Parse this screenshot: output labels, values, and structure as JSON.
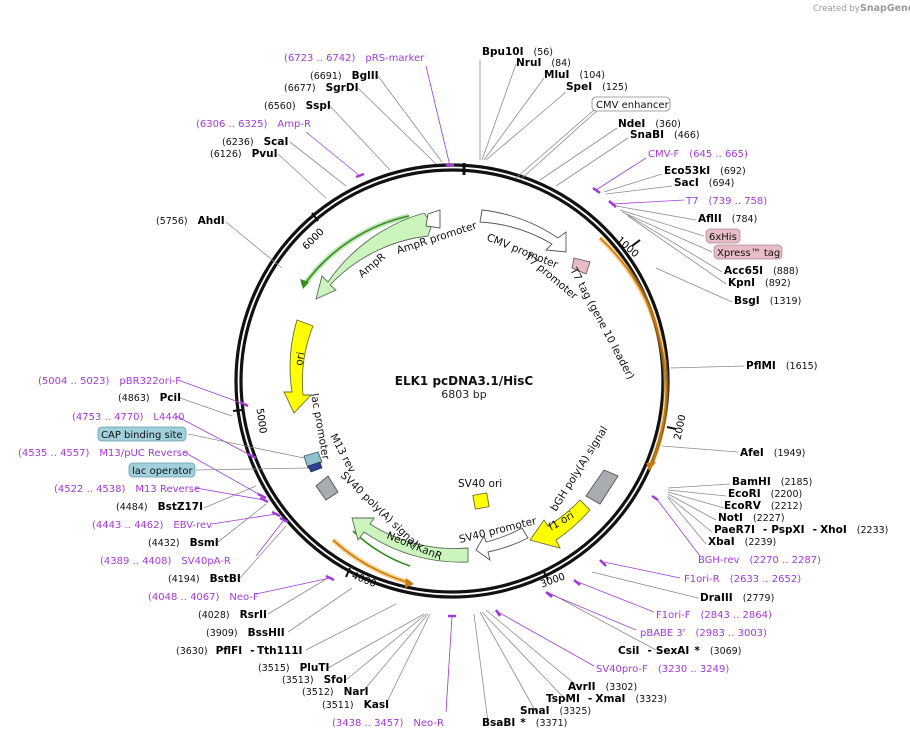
{
  "credit": {
    "prefix": "Created by",
    "brand": "SnapGene"
  },
  "map": {
    "name": "ELK1 pcDNA3.1/HisC",
    "length_label": "6803 bp",
    "total_bp": 6803,
    "ticks": [
      "1000",
      "2000",
      "3000",
      "4000",
      "5000",
      "6000"
    ]
  },
  "sites": [
    {
      "name": "Bpu10I",
      "pos": "(56)"
    },
    {
      "name": "NruI",
      "pos": "(84)"
    },
    {
      "name": "MluI",
      "pos": "(104)"
    },
    {
      "name": "SpeI",
      "pos": "(125)"
    },
    {
      "name": "NdeI",
      "pos": "(360)"
    },
    {
      "name": "SnaBI",
      "pos": "(466)"
    },
    {
      "name": "Eco53kI",
      "pos": "(692)"
    },
    {
      "name": "SacI",
      "pos": "(694)"
    },
    {
      "name": "AflII",
      "pos": "(784)"
    },
    {
      "name": "Acc65I",
      "pos": "(888)"
    },
    {
      "name": "KpnI",
      "pos": "(892)"
    },
    {
      "name": "BsgI",
      "pos": "(1319)"
    },
    {
      "name": "PflMI",
      "pos": "(1615)"
    },
    {
      "name": "AfeI",
      "pos": "(1949)"
    },
    {
      "name": "BamHI",
      "pos": "(2185)"
    },
    {
      "name": "EcoRI",
      "pos": "(2200)"
    },
    {
      "name": "EcoRV",
      "pos": "(2212)"
    },
    {
      "name": "NotI",
      "pos": "(2227)"
    },
    {
      "name": "PaeR7I",
      "sep1": "-",
      "name2": "PspXI",
      "sep2": "-",
      "name3": "XhoI",
      "pos": "(2233)"
    },
    {
      "name": "XbaI",
      "pos": "(2239)"
    },
    {
      "name": "DraIII",
      "pos": "(2779)"
    },
    {
      "name": "CsiI",
      "sep1": "-",
      "name2": "SexAI",
      "star": "*",
      "pos": "(3069)"
    },
    {
      "name": "AvrII",
      "pos": "(3302)"
    },
    {
      "name": "TspMI",
      "sep1": "-",
      "name2": "XmaI",
      "pos": "(3323)"
    },
    {
      "name": "SmaI",
      "pos": "(3325)"
    },
    {
      "name": "BsaBI",
      "star": "*",
      "pos": "(3371)"
    },
    {
      "name": "KasI",
      "pos": "(3511)"
    },
    {
      "name": "NarI",
      "pos": "(3512)"
    },
    {
      "name": "SfoI",
      "pos": "(3513)"
    },
    {
      "name": "PluTI",
      "pos": "(3515)"
    },
    {
      "name": "PflFI",
      "sep1": "-",
      "name2": "Tth111I",
      "pos": "(3630)"
    },
    {
      "name": "BssHII",
      "pos": "(3909)"
    },
    {
      "name": "RsrII",
      "pos": "(4028)"
    },
    {
      "name": "BstBI",
      "pos": "(4194)"
    },
    {
      "name": "BsmI",
      "pos": "(4432)"
    },
    {
      "name": "BstZ17I",
      "pos": "(4484)"
    },
    {
      "name": "PciI",
      "pos": "(4863)"
    },
    {
      "name": "AhdI",
      "pos": "(5756)"
    },
    {
      "name": "PvuI",
      "pos": "(6126)"
    },
    {
      "name": "ScaI",
      "pos": "(6236)"
    },
    {
      "name": "SspI",
      "pos": "(6560)"
    },
    {
      "name": "SgrDI",
      "pos": "(6677)"
    },
    {
      "name": "BglII",
      "pos": "(6691)"
    }
  ],
  "primers": [
    {
      "range": "(6723 .. 6742)",
      "name": "pRS-marker"
    },
    {
      "range": "(6306 .. 6325)",
      "name": "Amp-R"
    },
    {
      "range": "(645 .. 665)",
      "name": "CMV-F"
    },
    {
      "range": "(739 .. 758)",
      "name": "T7"
    },
    {
      "range": "(2270 .. 2287)",
      "name": "BGH-rev"
    },
    {
      "range": "(2633 .. 2652)",
      "name": "F1ori-R"
    },
    {
      "range": "(2843 .. 2864)",
      "name": "F1ori-F"
    },
    {
      "range": "(2983 .. 3003)",
      "name": "pBABE 3'"
    },
    {
      "range": "(3230 .. 3249)",
      "name": "SV40pro-F"
    },
    {
      "range": "(3438 .. 3457)",
      "name": "Neo-R"
    },
    {
      "range": "(4048 .. 4067)",
      "name": "Neo-F"
    },
    {
      "range": "(4389 .. 4408)",
      "name": "SV40pA-R"
    },
    {
      "range": "(4443 .. 4462)",
      "name": "EBV-rev"
    },
    {
      "range": "(4522 .. 4538)",
      "name": "M13 Reverse"
    },
    {
      "range": "(4535 .. 4557)",
      "name": "M13/pUC Reverse"
    },
    {
      "range": "(4753 .. 4770)",
      "name": "L4440"
    },
    {
      "range": "(5004 .. 5023)",
      "name": "pBR322ori-F"
    }
  ],
  "feature_boxes": [
    {
      "name": "CMV enhancer",
      "fill": "#ffffff"
    },
    {
      "name": "6xHis",
      "fill": "#e6bcc6"
    },
    {
      "name": "Xpress™ tag",
      "fill": "#e6bcc6"
    },
    {
      "name": "CAP binding site",
      "fill": "#9fd0dc"
    },
    {
      "name": "lac operator",
      "fill": "#9fd0dc"
    }
  ],
  "features": {
    "cmv_promoter": "CMV promoter",
    "t7_promoter": "T7 promoter",
    "t7_tag": "T7 tag (gene 10 leader)",
    "bgh_polya": "bGH poly(A) signal",
    "f1_ori": "f1 ori",
    "sv40_promoter": "SV40 promoter",
    "neor": "NeoR/KanR",
    "sv40_polya": "SV40 poly(A) signal",
    "sv40_ori": "SV40 ori",
    "m13_rev": "M13 rev",
    "lac_promoter": "lac promoter",
    "ori": "ori",
    "ampr": "AmpR",
    "ampr_promoter": "AmpR promoter"
  },
  "colors": {
    "ampr": "#ccf5bd",
    "ori": "#ffff00",
    "f1_ori": "#ffff00",
    "neor": "#ccf5bd",
    "orf_arc": "#f5a623",
    "grey_feature": "#a8acb0",
    "primer": "#a23ad6"
  }
}
